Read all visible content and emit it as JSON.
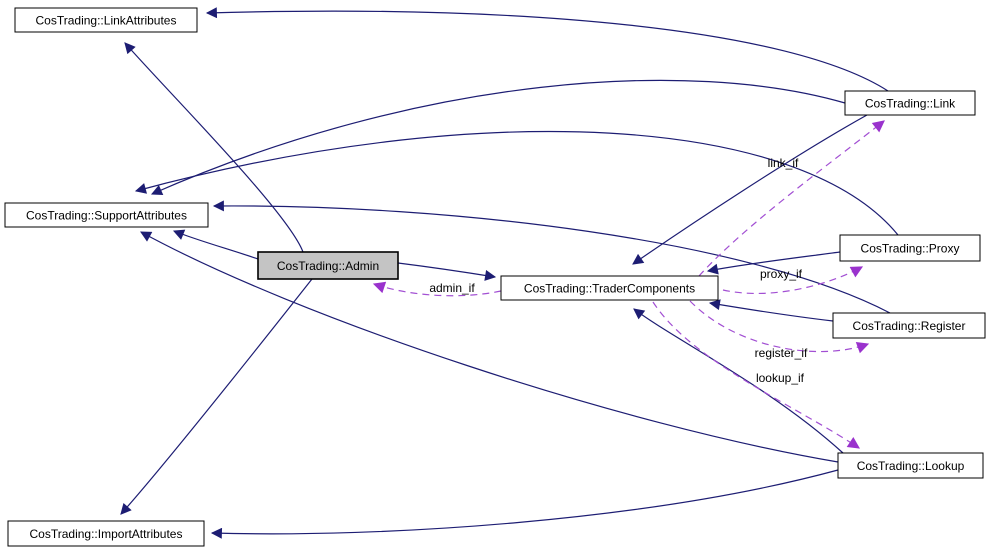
{
  "diagram": {
    "type": "collaboration-graph",
    "background": "#ffffff",
    "colors": {
      "inheritance_edge": "#1d1d73",
      "usage_edge": "#9a32cd",
      "node_fill": "#ffffff",
      "node_border": "#000000",
      "selected_node_fill": "#c4c4c4",
      "text": "#000000"
    },
    "nodes": [
      {
        "id": "link-attributes",
        "label": "CosTrading::LinkAttributes"
      },
      {
        "id": "link",
        "label": "CosTrading::Link"
      },
      {
        "id": "support-attributes",
        "label": "CosTrading::SupportAttributes"
      },
      {
        "id": "admin",
        "label": "CosTrading::Admin",
        "selected": true
      },
      {
        "id": "trader-components",
        "label": "CosTrading::TraderComponents"
      },
      {
        "id": "proxy",
        "label": "CosTrading::Proxy"
      },
      {
        "id": "register",
        "label": "CosTrading::Register"
      },
      {
        "id": "lookup",
        "label": "CosTrading::Lookup"
      },
      {
        "id": "import-attributes",
        "label": "CosTrading::ImportAttributes"
      }
    ],
    "edges": [
      {
        "from": "link",
        "to": "link-attributes",
        "type": "inheritance",
        "label": ""
      },
      {
        "from": "admin",
        "to": "link-attributes",
        "type": "inheritance",
        "label": ""
      },
      {
        "from": "link",
        "to": "support-attributes",
        "type": "inheritance",
        "label": ""
      },
      {
        "from": "proxy",
        "to": "support-attributes",
        "type": "inheritance",
        "label": ""
      },
      {
        "from": "register",
        "to": "support-attributes",
        "type": "inheritance",
        "label": ""
      },
      {
        "from": "lookup",
        "to": "support-attributes",
        "type": "inheritance",
        "label": ""
      },
      {
        "from": "admin",
        "to": "support-attributes",
        "type": "inheritance",
        "label": ""
      },
      {
        "from": "admin",
        "to": "trader-components",
        "type": "inheritance",
        "label": ""
      },
      {
        "from": "link",
        "to": "trader-components",
        "type": "inheritance",
        "label": ""
      },
      {
        "from": "proxy",
        "to": "trader-components",
        "type": "inheritance",
        "label": ""
      },
      {
        "from": "register",
        "to": "trader-components",
        "type": "inheritance",
        "label": ""
      },
      {
        "from": "lookup",
        "to": "trader-components",
        "type": "inheritance",
        "label": ""
      },
      {
        "from": "admin",
        "to": "import-attributes",
        "type": "inheritance",
        "label": ""
      },
      {
        "from": "lookup",
        "to": "import-attributes",
        "type": "inheritance",
        "label": ""
      },
      {
        "from": "trader-components",
        "to": "admin",
        "type": "usage",
        "label": "admin_if"
      },
      {
        "from": "trader-components",
        "to": "link",
        "type": "usage",
        "label": "link_if"
      },
      {
        "from": "trader-components",
        "to": "proxy",
        "type": "usage",
        "label": "proxy_if"
      },
      {
        "from": "trader-components",
        "to": "register",
        "type": "usage",
        "label": "register_if"
      },
      {
        "from": "trader-components",
        "to": "lookup",
        "type": "usage",
        "label": "lookup_if"
      }
    ]
  }
}
